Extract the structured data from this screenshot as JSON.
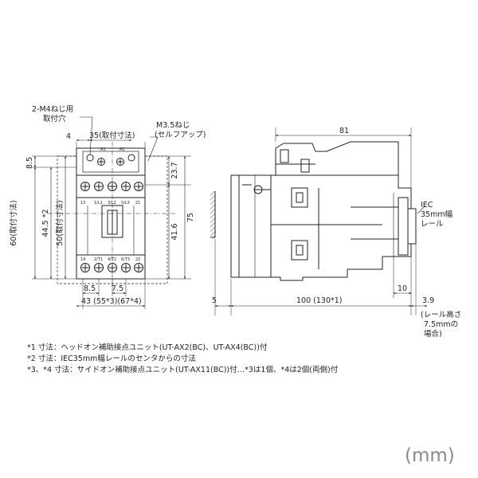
{
  "front": {
    "holes_label_1": "2-M4ねじ用",
    "holes_label_2": "取付穴",
    "screw_label_1": "M3.5ねじ",
    "screw_label_2": "(セルフアップ)",
    "dim_top_left": "4",
    "dim_mount_width": "35(取付寸法)",
    "dim_85": "8.5",
    "dim_237": "23.7",
    "dim_445": "44.5 *2",
    "dim_60": "60(取付寸法)",
    "dim_50": "50(取付寸法)",
    "dim_416": "41.6",
    "dim_75": "75",
    "dim_bottom_85": "8.5",
    "dim_bottom_75": "7.5",
    "dim_width": "43 (55*3)(67*4)",
    "top_terminals": [
      "A1",
      "A1"
    ],
    "mid_terminals": [
      "13",
      "1/L1",
      "3/L2",
      "5/L3",
      "21"
    ],
    "bot_terminals": [
      "14",
      "2/T1",
      "4/T2",
      "6/T3",
      "22"
    ]
  },
  "side": {
    "dim_81": "81",
    "rail_label_1": "IEC",
    "rail_label_2": "35mm幅",
    "rail_label_3": "レール",
    "dim_5": "5",
    "dim_depth": "100 (130*1)",
    "dim_10": "10",
    "dim_39": "3.9",
    "rail_note_1": "(レール高さ",
    "rail_note_2": "7.5mmの",
    "rail_note_3": "場合)"
  },
  "notes": [
    "*1 寸法：ヘッドオン補助接点ユニット(UT-AX2(BC)、UT-AX4(BC))付",
    "*2 寸法：IEC35mm幅レールのセンタからの寸法",
    "*3、*4 寸法：サイドオン補助接点ユニット(UT-AX11(BC))付…*3は1個、*4は2個(両側)付"
  ],
  "unit": "(mm)"
}
